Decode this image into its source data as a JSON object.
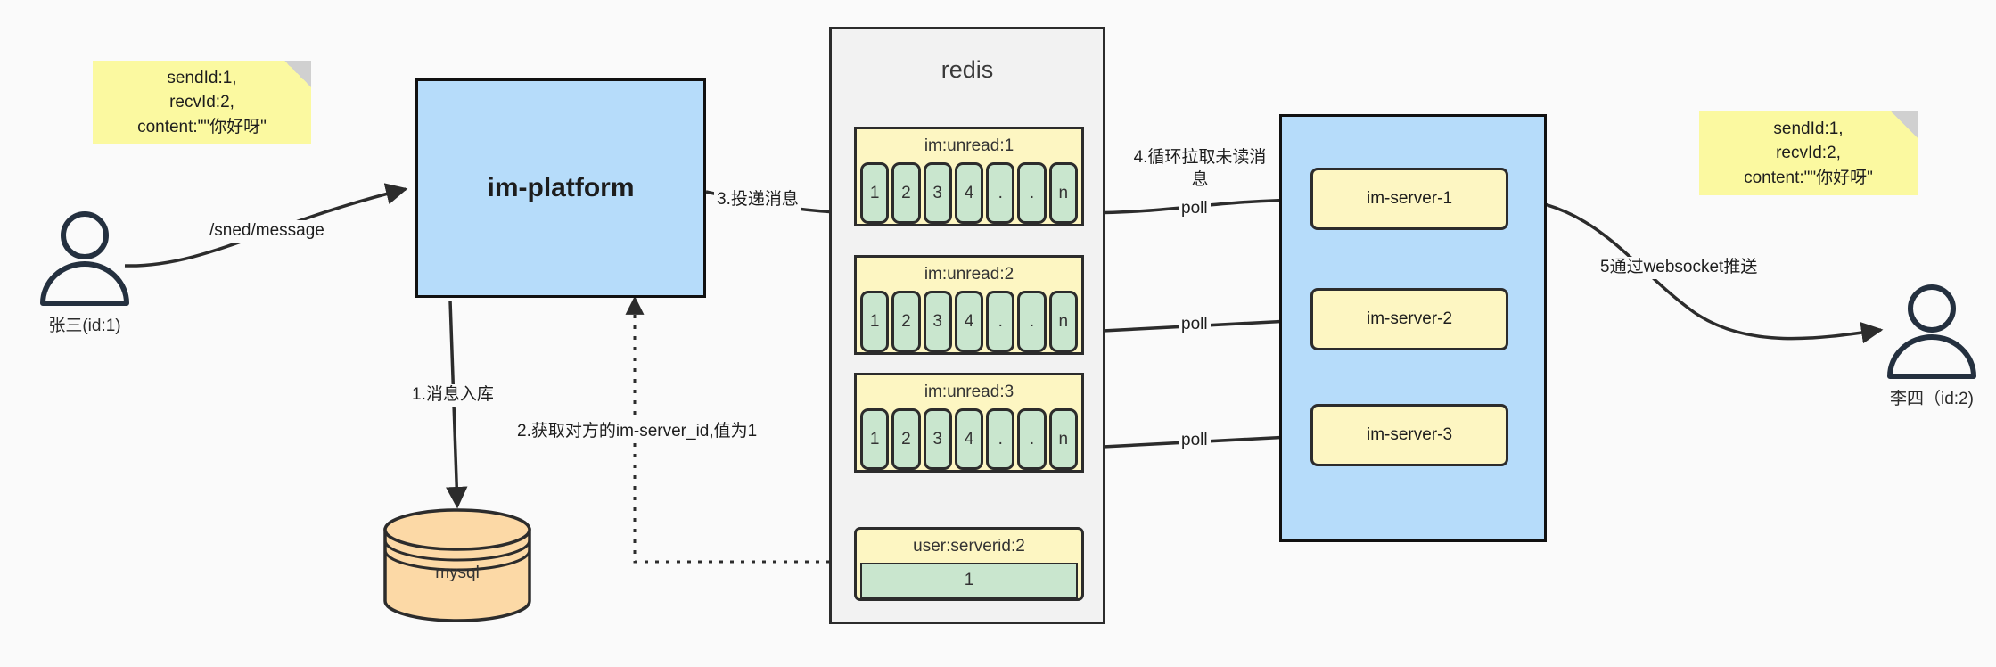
{
  "notes": {
    "left": {
      "text": "sendId:1,\nrecvId:2,\ncontent:\"\"你好呀\""
    },
    "right": {
      "text": "sendId:1,\nrecvId:2,\ncontent:\"\"你好呀\""
    }
  },
  "actors": {
    "sender": {
      "label": "张三(id:1)"
    },
    "receiver": {
      "label": "李四（id:2)"
    }
  },
  "platform": {
    "label": "im-platform"
  },
  "database": {
    "label": "mysql"
  },
  "redis": {
    "title": "redis",
    "queues": [
      {
        "name": "im:unread:1",
        "cells": [
          "1",
          "2",
          "3",
          "4",
          ".",
          ".",
          "n"
        ]
      },
      {
        "name": "im:unread:2",
        "cells": [
          "1",
          "2",
          "3",
          "4",
          ".",
          ".",
          "n"
        ]
      },
      {
        "name": "im:unread:3",
        "cells": [
          "1",
          "2",
          "3",
          "4",
          ".",
          ".",
          "n"
        ]
      }
    ],
    "kv": {
      "key": "user:serverid:2",
      "value": "1"
    }
  },
  "servers": {
    "items": [
      {
        "label": "im-server-1"
      },
      {
        "label": "im-server-2"
      },
      {
        "label": "im-server-3"
      }
    ]
  },
  "edges": {
    "send_message": "/sned/message",
    "step1": "1.消息入库",
    "step2": "2.获取对方的im-server_id,值为1",
    "step3": "3.投递消息",
    "step4": "4.循环拉取未读消\n息",
    "poll1": "poll",
    "poll2": "poll",
    "poll3": "poll",
    "step5": "5通过websocket推送"
  },
  "colors": {
    "background": "#fafafa",
    "platform_fill": "#b6dcfa",
    "note_fill": "#fbf9a0",
    "queue_header_fill": "#fdf6c2",
    "cell_fill": "#c9e6ce",
    "db_fill": "#fcd9a6",
    "redis_fill": "#f2f2f2",
    "stroke": "#2c2c2c",
    "actor_stroke": "#24303f"
  }
}
